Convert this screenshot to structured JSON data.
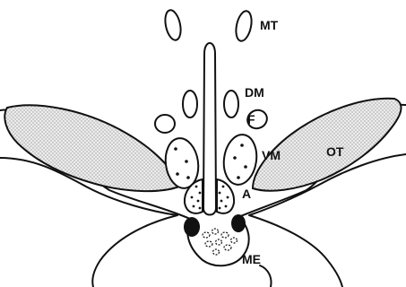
{
  "figure": {
    "labels": {
      "mt": "MT",
      "dm": "DM",
      "f": "F",
      "vm": "VM",
      "ot": "OT",
      "a": "A",
      "me": "ME"
    }
  },
  "colors": {
    "ink": "#111111",
    "stipple": "#d8d8d8",
    "paper": "#ffffff"
  }
}
